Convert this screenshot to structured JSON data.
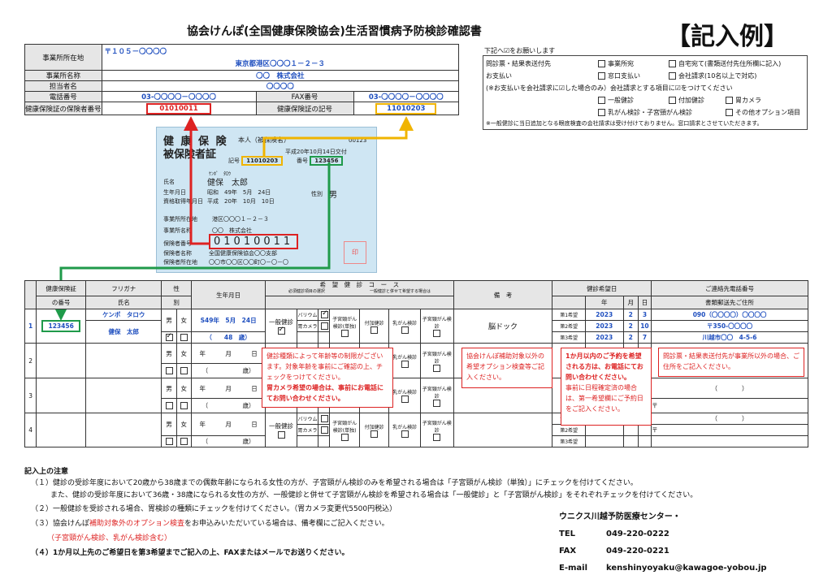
{
  "title": "協会けんぽ(全国健康保険協会)生活習慣病予防検診確認書",
  "example_tag": "【記入例】",
  "office": {
    "addr_label": "事業所所在地",
    "postal": "〒１０５－〇〇〇〇",
    "addr": "東京都港区〇〇〇１－２－３",
    "name_label": "事業所名称",
    "name": "〇〇　株式会社",
    "person_label": "担当者名",
    "person": "〇〇〇〇",
    "tel_label": "電話番号",
    "tel": "03-〇〇〇〇－〇〇〇〇",
    "fax_label": "FAX番号",
    "fax": "03-〇〇〇〇－〇〇〇〇",
    "insurer_label": "健康保険証の保険者番号",
    "insurer_no": "01010011",
    "symbol_label": "健康保険証の記号",
    "symbol_no": "11010203"
  },
  "options": {
    "heading": "下記へ☑をお願いします",
    "send_label": "問診票・結果表送付先",
    "send_office": "事業所宛",
    "send_home": "自宅宛て(書類送付先住所欄に記入)",
    "pay_label": "お支払い",
    "pay_window": "窓口支払い",
    "pay_invoice": "会社請求(10名以上で対応)",
    "invoice_note": "(※お支払いを会社請求に☑した場合のみ）会社請求とする項目に☑をつけてください",
    "general": "一般健診",
    "added": "付加健診",
    "gastro": "胃カメラ",
    "breast": "乳がん検診・子宮頸がん検診",
    "other": "その他オプション項目",
    "footnote": "※一般健診に当日追加となる眼底検査の会社請求は受け付けておりません。窓口請求とさせていただきます。"
  },
  "card": {
    "t1": "健 康 保 険",
    "t2": "被保険者証",
    "holder": "本人（被保険者）",
    "code": "00123",
    "issued": "平成20年10月14日交付",
    "kigo_label": "記号",
    "kigo": "11010203",
    "bango_label": "番号",
    "bango": "123456",
    "furi": "ｹﾝﾎﾟ　ﾀﾛｳ",
    "name_label": "氏名",
    "name": "健保　太郎",
    "birth_label": "生年月日",
    "birth": "昭和　49年　5月　24日",
    "sex_label": "性別",
    "sex": "男",
    "qual_label": "資格取得年月日",
    "qual": "平成　20年　10月　10日",
    "office_addr_label": "事業所所在地",
    "office_addr": "港区〇〇〇１－２－３",
    "office_name_label": "事業所名称",
    "office_name": "〇〇　株式会社",
    "insurer_no_label": "保険者番号",
    "insurer_no": "01010011",
    "insurer_name_label": "保険者名称",
    "insurer_name": "全国健康保険協会〇〇支部",
    "insurer_addr_label": "保険者所在地",
    "insurer_addr": "〇〇市〇〇区〇〇町〇－〇－〇",
    "stamp": "印"
  },
  "grid": {
    "h_card": "健康保険証",
    "h_card2": "の番号",
    "h_kana": "フリガナ",
    "h_name": "氏名",
    "h_sex": "性",
    "h_sex2": "別",
    "h_birth": "生年月日",
    "h_course": "希　望　健　診　コ　ー　ス",
    "h_course_note1": "必須健診項目の選択",
    "h_course_note2": "一般健診と併せて希望する場合は",
    "h_remarks": "備　考",
    "h_dates": "健診希望日",
    "h_year": "年",
    "h_month": "月",
    "h_day": "日",
    "h_contact": "ご連絡先電話番号",
    "h_contact2": "書類郵送先ご住所",
    "general": "一般健診",
    "barium": "バリウム",
    "gastrocam": "胃カメラ",
    "cervical": "子宮頸がん検診(単独)",
    "added": "付加健診",
    "breast": "乳がん検診",
    "cervical2": "子宮頸がん検診",
    "male": "男",
    "female": "女",
    "year": "年",
    "month": "月",
    "day": "日",
    "age_open": "（",
    "age_close": "歳）",
    "pref1": "第1希望",
    "pref2": "第2希望",
    "pref3": "第3希望",
    "paren": "（　　　　）",
    "postal_mark": "〒",
    "row_nums": [
      "1",
      "2",
      "3",
      "4"
    ]
  },
  "row1": {
    "card_no": "123456",
    "kana": "ケンポ　タロウ",
    "name": "健保　太郎",
    "birth": "S49年　5月　24日",
    "age": "（　　48　歳）",
    "remarks": "脳ドック",
    "d1": [
      "2023",
      "2",
      "3"
    ],
    "d2": [
      "2023",
      "2",
      "10"
    ],
    "d3": [
      "2023",
      "2",
      "7"
    ],
    "phone": "090（〇〇〇〇）〇〇〇〇",
    "postal": "〒350-〇〇〇〇",
    "address": "川越市〇〇　4-5-6"
  },
  "notes_boxes": {
    "b1_a": "健診種類によって年齢等の制限がございます。対象年齢を事前にご確認の上、チェックをつけてください。",
    "b1_b": "胃カメラ希望の場合は、事前にお電話にてお問い合わせください。",
    "b2": "協会けんぽ補助対象以外の希望オプション検査等ご記入ください。",
    "b3_a": "1か月以内のご予約を希望される方は、お電話にてお問い合わせください。",
    "b3_b": "事前に日程確定済の場合は、第一希望欄にご予約日をご記入ください。",
    "b4": "問診票・結果表送付先が事業所以外の場合、ご住所をご記入ください。"
  },
  "notes": {
    "heading": "記入上の注意",
    "n1a": "（１）健診の受診年度において20歳から38歳までの偶数年齢になられる女性の方が、子宮頸がん検診のみを希望される場合は「子宮頸がん検診（単独）」にチェックを付けてください。",
    "n1b": "また、健診の受診年度において36歳・38歳になられる女性の方が、一般健診と併せて子宮頸がん検診を希望される場合は「一般健診」と「子宮頸がん検診」をそれぞれチェックを付けてください。",
    "n2": "（２）一般健診を受診される場合、胃検診の種類にチェックを付けてください。（胃カメラ変更代5500円税込）",
    "n3_pre": "（３）協会けんぽ",
    "n3_red": "補助対象外のオプション検査",
    "n3_post": "をお申込みいただいている場合は、備考欄にご記入ください。",
    "n3b": "（子宮頸がん検診、乳がん検診含む）",
    "n4": "（４）1か月以上先のご希望日を第3希望までご記入の上、FAXまたはメールでお送りください。"
  },
  "contact": {
    "center": "ウニクス川越予防医療センター・",
    "tel_label": "TEL",
    "tel": "049-220-0222",
    "fax_label": "FAX",
    "fax": "049-220-0221",
    "mail_label": "E-mail",
    "mail": "kenshinyoyaku@kawagoe-yobou.jp"
  },
  "colors": {
    "red": "#d22222",
    "blue": "#1f4fbf",
    "green": "#1f9a4a",
    "yellow": "#f0b400"
  }
}
